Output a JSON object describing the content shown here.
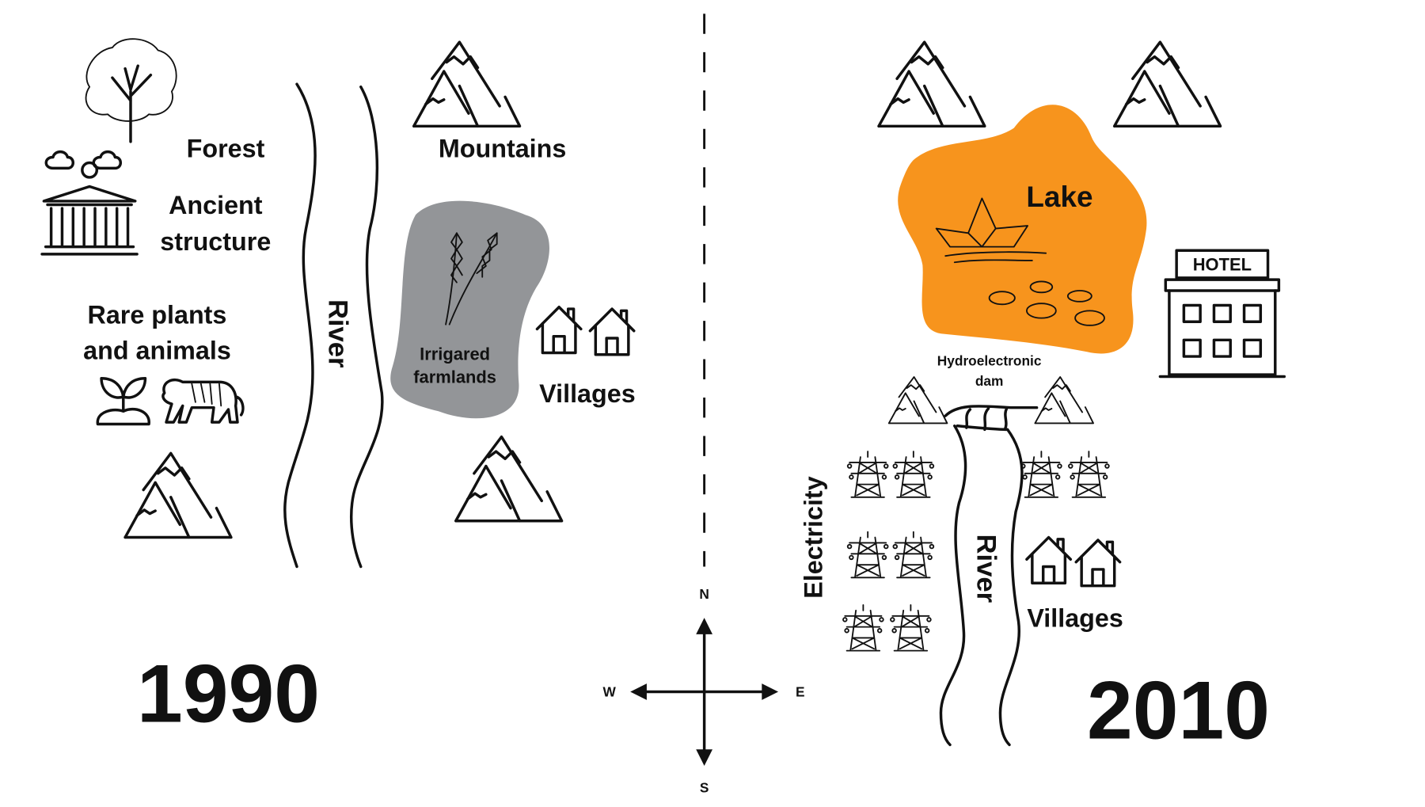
{
  "left_map": {
    "year": "1990",
    "labels": {
      "forest": "Forest",
      "ancient_1": "Ancient",
      "ancient_2": "structure",
      "rare_1": "Rare plants",
      "rare_2": "and animals",
      "river": "River",
      "mountains": "Mountains",
      "farm_1": "Irrigared",
      "farm_2": "farmlands",
      "villages": "Villages"
    }
  },
  "right_map": {
    "year": "2010",
    "labels": {
      "lake": "Lake",
      "hotel": "HOTEL",
      "dam_1": "Hydroelectronic",
      "dam_2": "dam",
      "river": "River",
      "electricity": "Electricity",
      "villages": "Villages"
    }
  },
  "compass": {
    "n": "N",
    "s": "S",
    "e": "E",
    "w": "W"
  },
  "colors": {
    "lake": "#F7941D",
    "farmland": "#939598",
    "ink": "#111111"
  }
}
